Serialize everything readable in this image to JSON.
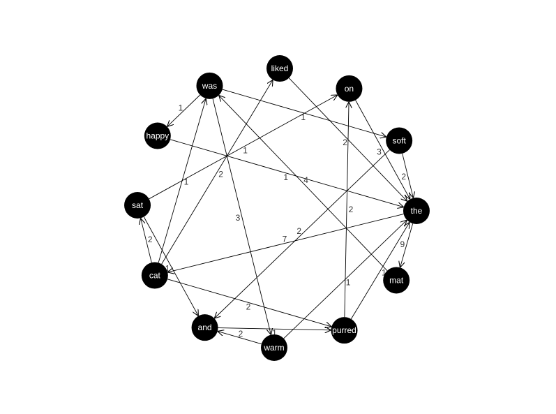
{
  "graph": {
    "nodes": [
      {
        "id": "liked",
        "label": "liked"
      },
      {
        "id": "on",
        "label": "on"
      },
      {
        "id": "soft",
        "label": "soft"
      },
      {
        "id": "the",
        "label": "the"
      },
      {
        "id": "mat",
        "label": "mat"
      },
      {
        "id": "purred",
        "label": "purred"
      },
      {
        "id": "warm",
        "label": "warm"
      },
      {
        "id": "and",
        "label": "and"
      },
      {
        "id": "cat",
        "label": "cat"
      },
      {
        "id": "sat",
        "label": "sat"
      },
      {
        "id": "happy",
        "label": "happy"
      },
      {
        "id": "was",
        "label": "was"
      }
    ],
    "edges": [
      {
        "from": "the",
        "to": "cat",
        "weight": "7"
      },
      {
        "from": "cat",
        "to": "was",
        "weight": "1"
      },
      {
        "from": "cat",
        "to": "liked",
        "weight": "2"
      },
      {
        "from": "cat",
        "to": "purred",
        "weight": "2"
      },
      {
        "from": "cat",
        "to": "sat",
        "weight": "2"
      },
      {
        "from": "was",
        "to": "happy",
        "weight": "1"
      },
      {
        "from": "was",
        "to": "soft",
        "weight": "1"
      },
      {
        "from": "was",
        "to": "warm",
        "weight": "3"
      },
      {
        "from": "happy",
        "to": "the",
        "weight": "1"
      },
      {
        "from": "sat",
        "to": "on",
        "weight": "1"
      },
      {
        "from": "sat",
        "to": "and",
        "weight": "1"
      },
      {
        "from": "on",
        "to": "the",
        "weight": "3"
      },
      {
        "from": "liked",
        "to": "the",
        "weight": "2"
      },
      {
        "from": "soft",
        "to": "the",
        "weight": "2"
      },
      {
        "from": "soft",
        "to": "and",
        "weight": "2"
      },
      {
        "from": "mat",
        "to": "was",
        "weight": "4"
      },
      {
        "from": "the",
        "to": "mat",
        "weight": "9"
      },
      {
        "from": "purred",
        "to": "on",
        "weight": "2"
      },
      {
        "from": "purred",
        "to": "the",
        "weight": "1"
      },
      {
        "from": "warm",
        "to": "the",
        "weight": "1"
      },
      {
        "from": "warm",
        "to": "and",
        "weight": "2"
      },
      {
        "from": "and",
        "to": "purred",
        "weight": "1"
      }
    ]
  }
}
